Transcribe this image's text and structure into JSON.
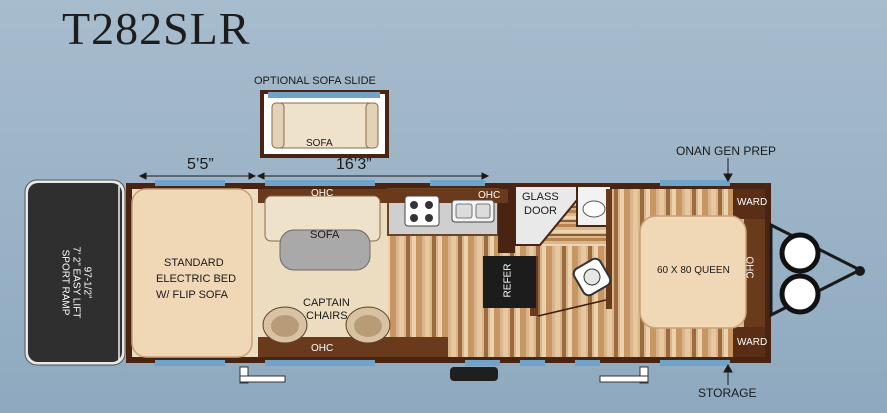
{
  "title": "T282SLR",
  "dimensions": {
    "front_width": "5’5”",
    "slide_length": "16’3”"
  },
  "labels": {
    "optional_sofa_slide": "OPTIONAL SOFA SLIDE",
    "slide_sofa": "SOFA",
    "sofa": "SOFA",
    "ohc_top_left": "OHC",
    "ohc_top_right": "OHC",
    "ohc_bottom": "OHC",
    "ohc_bedroom": "OHC",
    "standard_bed_1": "STANDARD",
    "standard_bed_2": "ELECTRIC BED",
    "standard_bed_3": "W/ FLIP SOFA",
    "captain_chairs_1": "CAPTAIN",
    "captain_chairs_2": "CHAIRS",
    "refer": "REFER",
    "glass_door_1": "GLASS",
    "glass_door_2": "DOOR",
    "queen_bed": "60 X 80 QUEEN",
    "ward_top": "WARD",
    "ward_bottom": "WARD",
    "onan_gen_prep": "ONAN GEN PREP",
    "storage": "STORAGE",
    "ramp_line1": "97-1/2”",
    "ramp_line2": "7’ 2” EASY LIFT",
    "ramp_line3": "SPORT RAMP"
  },
  "colors": {
    "background": "#9fb6c9",
    "wall": "#4a2412",
    "window": "#6fa3c9",
    "floor_light": "#d8b58c",
    "floor_dark": "#8a5a32",
    "bed": "#f0d7b6",
    "ramp": "#2e2e2e"
  }
}
